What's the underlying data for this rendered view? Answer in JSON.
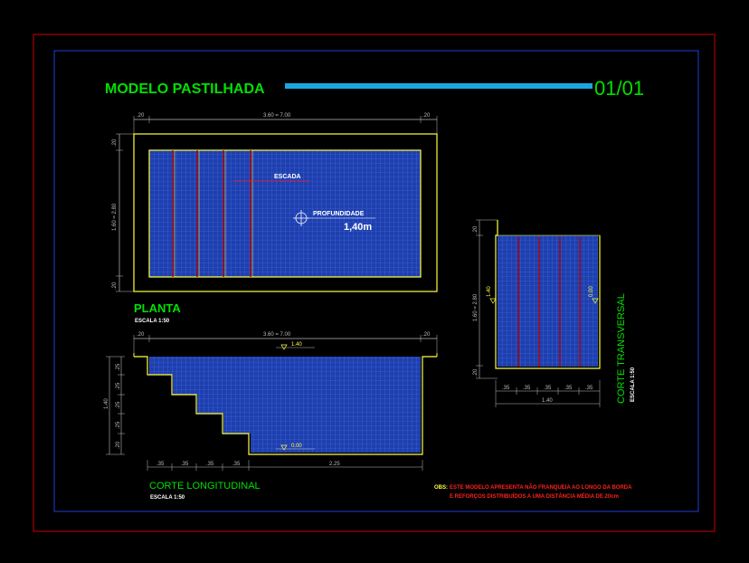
{
  "colors": {
    "background": "#000000",
    "outer_frame": "#cc0000",
    "inner_frame": "#1f3bd6",
    "title": "#00e000",
    "title_bar": "#1aa7e0",
    "pool_fill": "#1e3fae",
    "tile_grid": "#4a6de0",
    "outline": "#ffff40",
    "dims": "#bcbcbc",
    "white": "#ffffff",
    "note": "#ff2020",
    "step_line": "#b00000"
  },
  "header": {
    "title": "MODELO PASTILHADA",
    "sheet": "01/01"
  },
  "plan": {
    "title": "PLANTA",
    "scale": "ESCALA 1:50",
    "dim_left": ".20",
    "dim_mid": "3.60 = 7.00",
    "dim_right": ".20",
    "vdim_top": ".20",
    "vdim_mid": "1.60 = 2.80",
    "vdim_bottom": ".20",
    "stairs_label": "ESCADA",
    "depth_label": "PROFUNDIDADE",
    "depth_value": "1,40m"
  },
  "long_section": {
    "title": "CORTE LONGITUDINAL",
    "scale": "ESCALA 1:50",
    "dim_left": ".20",
    "dim_mid": "3.60 = 7.00",
    "dim_right": ".20",
    "level_top": "1.40",
    "level_bottom": "0.00",
    "vdim_steps": [
      ".25",
      ".25",
      ".25",
      ".25",
      ".20"
    ],
    "vdim_total": "1.40",
    "bottom_steps": [
      ".35",
      ".35",
      ".35",
      ".35"
    ],
    "bottom_rest": "2.25"
  },
  "cross_section": {
    "title": "CORTE TRANSVERSAL",
    "scale": "ESCALA 1:50",
    "vdim_top": ".20",
    "vdim_mid": "1.60 = 2.80",
    "vdim_bottom": ".20",
    "level_left": "1.40",
    "level_right": "0.00",
    "bottom_steps": [
      ".35",
      ".35",
      ".35",
      ".35",
      ".35"
    ],
    "bottom_total": "1.40"
  },
  "note": {
    "prefix": "OBS:",
    "line1": "ESTE MODELO APRESENTA NÃO FRANQUEIA AO LONGO DA BORDA",
    "line2": "E REFORÇOS DISTRIBUÍDOS A UMA DISTÂNCIA MÉDIA DE 20cm"
  }
}
